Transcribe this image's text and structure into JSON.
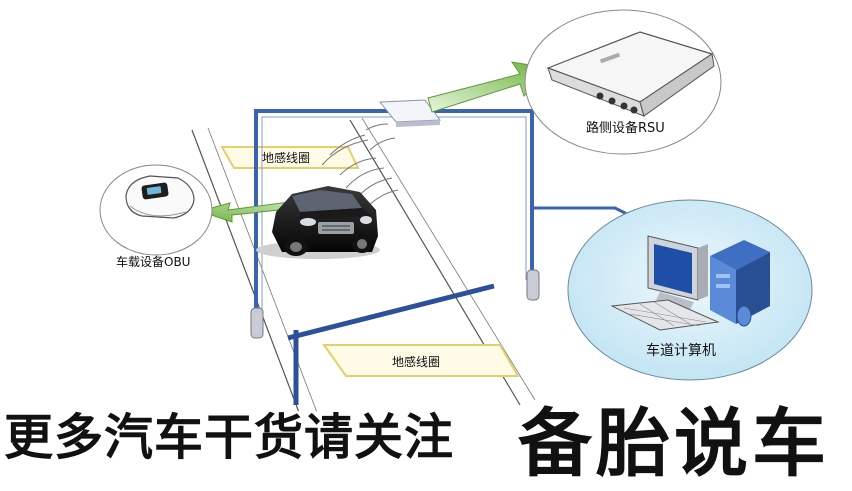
{
  "labels": {
    "loop_top": "地感线圈",
    "loop_bottom": "地感线圈",
    "rsu": "路侧设备RSU",
    "obu": "车载设备OBU",
    "computer": "车道计算机"
  },
  "banner": {
    "left": "更多汽车干货请关注",
    "right": "备胎说车"
  },
  "icons": {
    "vehicle": "car-icon",
    "obu": "obu-device-icon",
    "rsu": "rsu-device-icon",
    "computer": "computer-icon"
  },
  "colors": {
    "gantry": "#3a63b0",
    "arrow": "#74b94a",
    "loop": "#ead67a",
    "bubble": "#cdeaf6",
    "banner_text": "#111111"
  }
}
